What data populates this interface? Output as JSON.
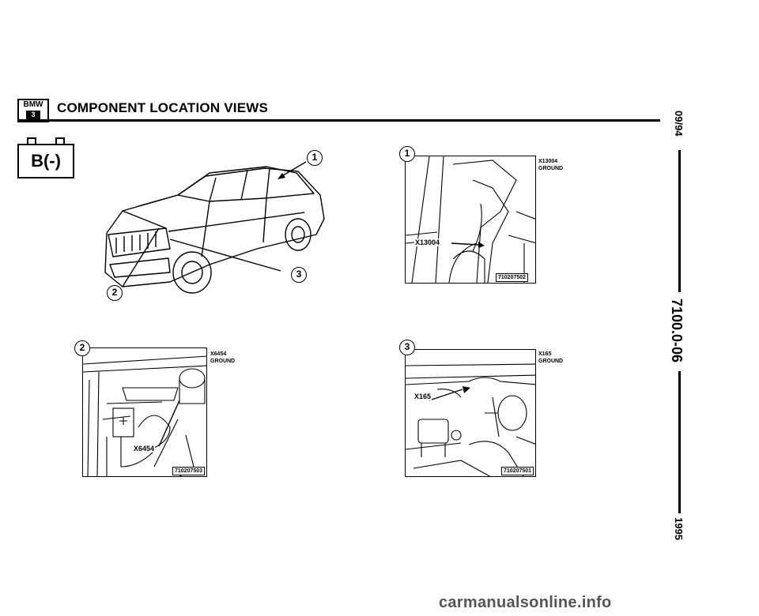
{
  "header": {
    "logo_brand": "BMW",
    "logo_model": "3",
    "title": "COMPONENT LOCATION VIEWS"
  },
  "battery_label": "B(-)",
  "sidebar": {
    "date": "09/94",
    "doc_number": "7100.0-06",
    "year": "1995"
  },
  "overview": {
    "callouts": [
      "1",
      "2",
      "3"
    ]
  },
  "details": [
    {
      "callout": "1",
      "caption_code": "X13004",
      "caption_desc": "GROUND",
      "label": "X13004",
      "ref": "710207502"
    },
    {
      "callout": "2",
      "caption_code": "X6454",
      "caption_desc": "GROUND",
      "label": "X6454",
      "ref": "710207503"
    },
    {
      "callout": "3",
      "caption_code": "X165",
      "caption_desc": "GROUND",
      "label": "X165",
      "ref": "710207501"
    }
  ],
  "watermark": "carmanualsonline.info"
}
